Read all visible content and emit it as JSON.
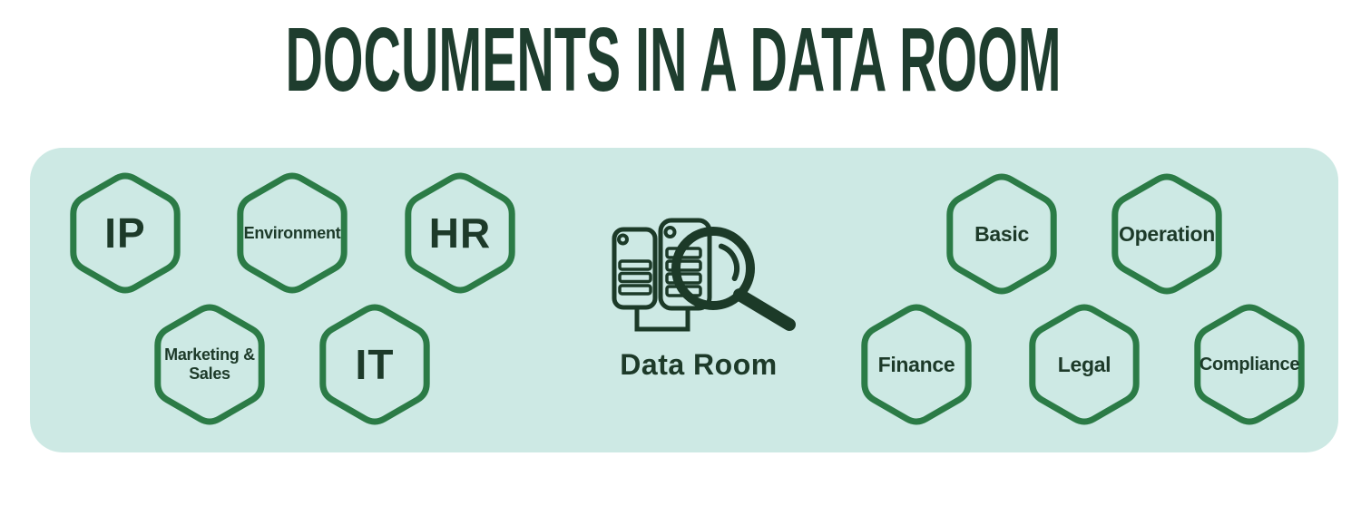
{
  "title": "DOCUMENTS IN A DATA ROOM",
  "colors": {
    "panel_background": "#cde9e4",
    "hexagon_stroke": "#2b7b46",
    "dark_text": "#1d3a29",
    "title_text": "#1e3d2e"
  },
  "hexagons": [
    {
      "label": "IP"
    },
    {
      "label": "Environment"
    },
    {
      "label": "HR"
    },
    {
      "label": "Marketing &\nSales"
    },
    {
      "label": "IT"
    },
    {
      "label": "Basic"
    },
    {
      "label": "Operation"
    },
    {
      "label": "Finance"
    },
    {
      "label": "Legal"
    },
    {
      "label": "Compliance"
    }
  ],
  "center": {
    "label": "Data Room",
    "icon": "data-room-servers-magnifier-icon"
  }
}
